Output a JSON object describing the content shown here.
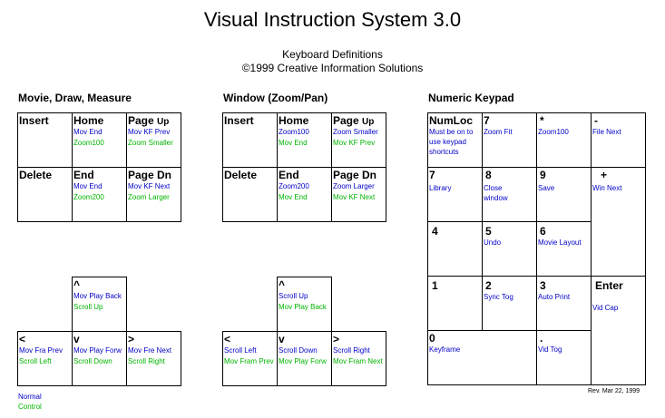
{
  "title": "Visual Instruction System 3.0",
  "subtitle1": "Keyboard Definitions",
  "subtitle2": "©1999 Creative Information Solutions",
  "colors": {
    "normal": "#0000c8",
    "control": "#00b400"
  },
  "movie": {
    "heading": "Movie, Draw, Measure",
    "insert": "Insert",
    "home": {
      "key": "Home",
      "normal": "Mov End",
      "control": "Zoom100"
    },
    "pageup": {
      "key": "Page",
      "key2": "Up",
      "normal": "Mov KF Prev",
      "control": "Zoom Smaller"
    },
    "delete": "Delete",
    "end": {
      "key": "End",
      "normal": "Mov End",
      "control": "Zoom200"
    },
    "pagedn": {
      "key": "Page Dn",
      "normal": "Mov KF Next",
      "control": "Zoom Larger"
    },
    "up": {
      "key": "^",
      "normal": "Mov Play Back",
      "control": "Scroll Up"
    },
    "left": {
      "key": "<",
      "normal": "Mov Fra Prev",
      "control": "Scroll Left"
    },
    "down": {
      "key": "v",
      "normal": "Mov Play Forw",
      "control": "Scroll Down"
    },
    "right": {
      "key": ">",
      "normal": "Mov Fre Next",
      "control": "Scroll Right"
    }
  },
  "window": {
    "heading": "Window (Zoom/Pan)",
    "insert": "Insert",
    "home": {
      "key": "Home",
      "normal": "Zoom100",
      "control": "Mov End"
    },
    "pageup": {
      "key": "Page",
      "key2": "Up",
      "normal": "Zoom Smaller",
      "control": "Mov KF Prev"
    },
    "delete": "Delete",
    "end": {
      "key": "End",
      "normal": "Zoom200",
      "control": "Mov End"
    },
    "pagedn": {
      "key": "Page Dn",
      "normal": "Zoom Larger",
      "control": "Mov KF Next"
    },
    "up": {
      "key": "^",
      "normal": "Scroll Up",
      "control": "Mov Play Back"
    },
    "left": {
      "key": "<",
      "normal": "Scroll Left",
      "control": "Mov Fram Prev"
    },
    "down": {
      "key": "v",
      "normal": "Scroll Down",
      "control": "Mov Play Forw"
    },
    "right": {
      "key": ">",
      "normal": "Scroll Right",
      "control": "Mov Fram Next"
    }
  },
  "numpad": {
    "heading": "Numeric Keypad",
    "numloc": {
      "key": "NumLoc",
      "l1": "Must be on to",
      "l2": "use keypad",
      "l3": "shortcuts"
    },
    "k7top": {
      "key": "7",
      "action": "Zoom Fit"
    },
    "star": {
      "key": "*",
      "action": "Zoom100"
    },
    "minus": {
      "key": "-",
      "action": "File Next"
    },
    "k7": {
      "key": "7",
      "action": "Library"
    },
    "k8": {
      "key": "8",
      "action1": "Close",
      "action2": "window"
    },
    "k9": {
      "key": "9",
      "action": "Save"
    },
    "plus": {
      "key": "+",
      "action": "Win Next"
    },
    "k4": {
      "key": "4"
    },
    "k5": {
      "key": "5",
      "action": "Undo"
    },
    "k6": {
      "key": "6",
      "action": "Movie Layout"
    },
    "k1": {
      "key": "1"
    },
    "k2": {
      "key": "2",
      "action": "Sync Tog"
    },
    "k3": {
      "key": "3",
      "action": "Auto Print"
    },
    "enter": {
      "key": "Enter",
      "action": "Vid Cap"
    },
    "k0": {
      "key": "0",
      "action": "Keyframe"
    },
    "dot": {
      "key": ".",
      "action": "Vid Tog"
    }
  },
  "legend": {
    "normal": "Normal",
    "control": "Control"
  },
  "revision": "Rev. Mar 22, 1999"
}
